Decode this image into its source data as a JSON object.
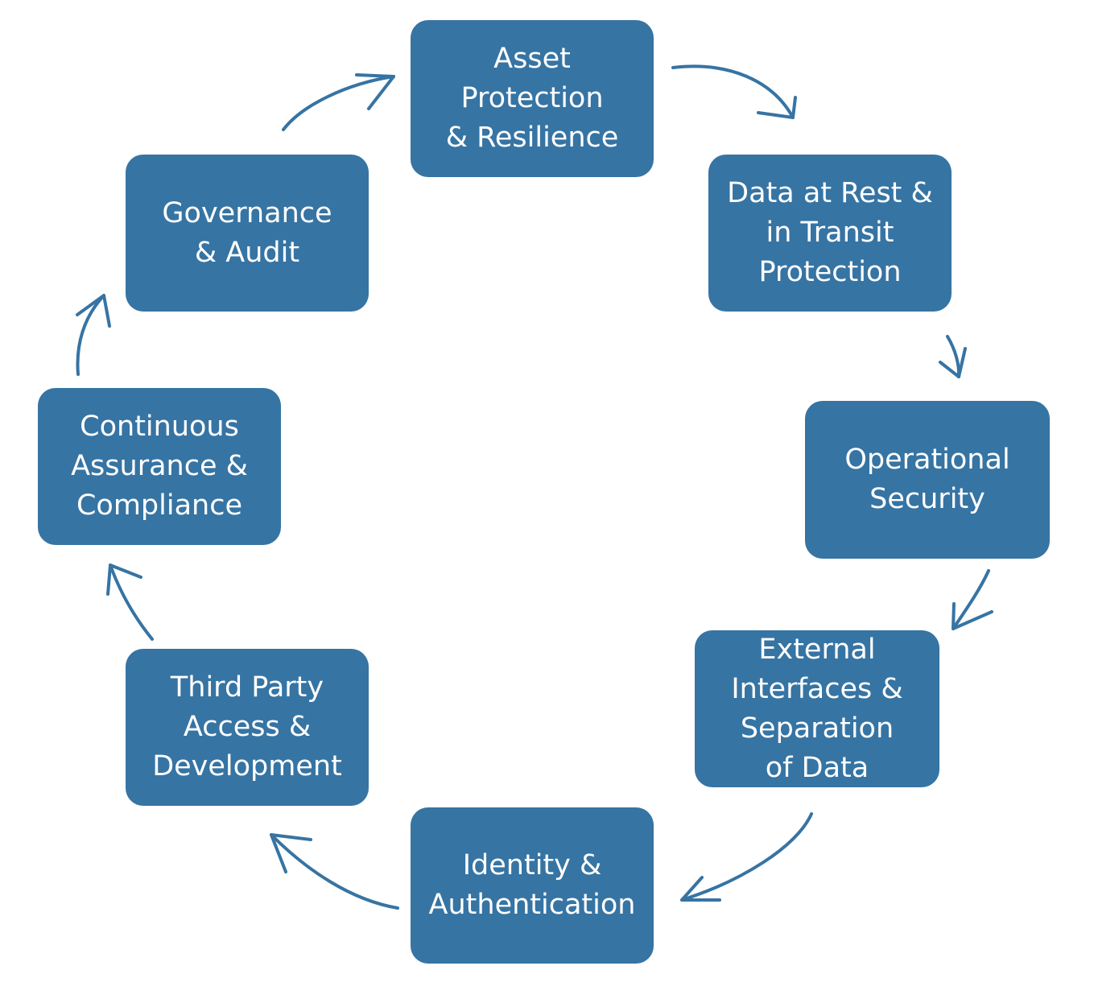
{
  "colors": {
    "node_fill": "#3674a3",
    "node_text": "#ffffff",
    "arrow": "#3674a3"
  },
  "nodes": [
    {
      "label": "Asset Protection\n& Resilience"
    },
    {
      "label": "Data at Rest &\nin Transit\nProtection"
    },
    {
      "label": "Operational\nSecurity"
    },
    {
      "label": "External\nInterfaces &\nSeparation\nof Data"
    },
    {
      "label": "Identity &\nAuthentication"
    },
    {
      "label": "Third Party\nAccess &\nDevelopment"
    },
    {
      "label": "Continuous\nAssurance &\nCompliance"
    },
    {
      "label": "Governance\n& Audit"
    }
  ]
}
